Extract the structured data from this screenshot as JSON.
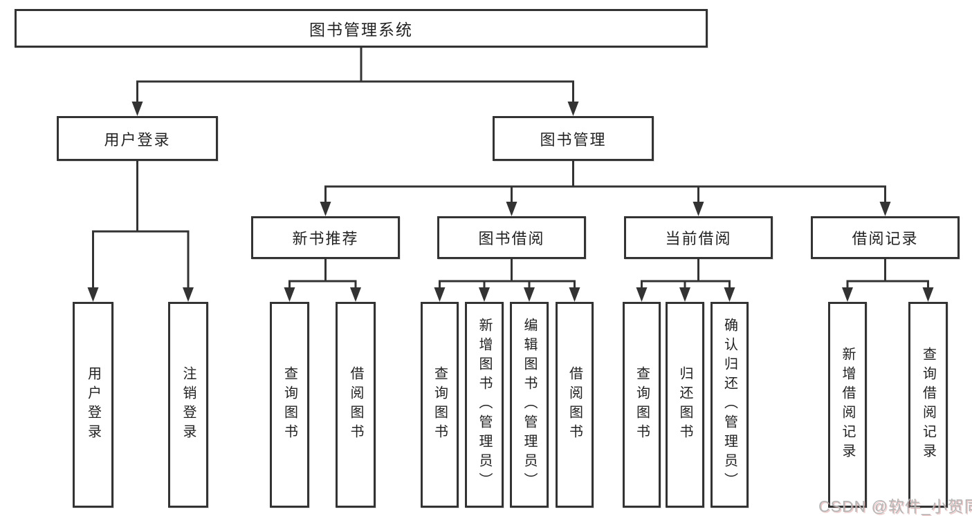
{
  "diagram_title": "图书管理系统",
  "nodes": {
    "root": {
      "label": "图书管理系统"
    },
    "level2": [
      {
        "label": "用户登录"
      },
      {
        "label": "图书管理"
      }
    ],
    "level3": [
      {
        "label": "新书推荐"
      },
      {
        "label": "图书借阅"
      },
      {
        "label": "当前借阅"
      },
      {
        "label": "借阅记录"
      }
    ],
    "leaves": [
      {
        "label": "用户登录"
      },
      {
        "label": "注销登录"
      },
      {
        "label": "查询图书"
      },
      {
        "label": "借阅图书"
      },
      {
        "label": "查询图书"
      },
      {
        "label": "新增图书（管理员）"
      },
      {
        "label": "编辑图书（管理员）"
      },
      {
        "label": "借阅图书"
      },
      {
        "label": "查询图书"
      },
      {
        "label": "归还图书"
      },
      {
        "label": "确认归还（管理员）"
      },
      {
        "label": "新增借阅记录"
      },
      {
        "label": "查询借阅记录"
      }
    ]
  },
  "watermark": "CSDN @软件_小贺同学",
  "colors": {
    "line": "#333333",
    "box_border": "#333333",
    "box_fill": "#ffffff",
    "text": "#222222",
    "watermark": "#b5b5b5"
  }
}
